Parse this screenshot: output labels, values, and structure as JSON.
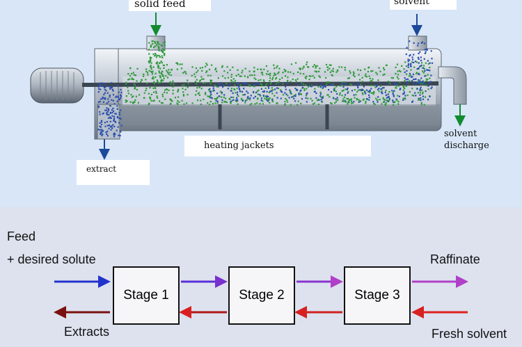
{
  "extractor": {
    "solid_feed_label": "solid feed",
    "solvent_label": "solvent",
    "heating_jackets_label": "heating jackets",
    "extract_label": "extract",
    "solvent_discharge_line1": "solvent",
    "solvent_discharge_line2": "discharge"
  },
  "flow": {
    "feed_line1": "Feed",
    "feed_line2": "+ desired solute",
    "raffinate": "Raffinate",
    "extracts": "Extracts",
    "fresh_solvent": "Fresh solvent",
    "stages": [
      "Stage 1",
      "Stage 2",
      "Stage 3"
    ]
  },
  "colors": {
    "top_background": "#d8e6f8",
    "bottom_background": "#dde2ee",
    "green_particles": "#2f9a3a",
    "blue_particles": "#2b4fae",
    "arrow_blue": "#2233cc",
    "arrow_purple": "#7a2fd0",
    "arrow_magenta": "#b040c8",
    "arrow_dark_red": "#7a1010",
    "arrow_red": "#e02020"
  }
}
